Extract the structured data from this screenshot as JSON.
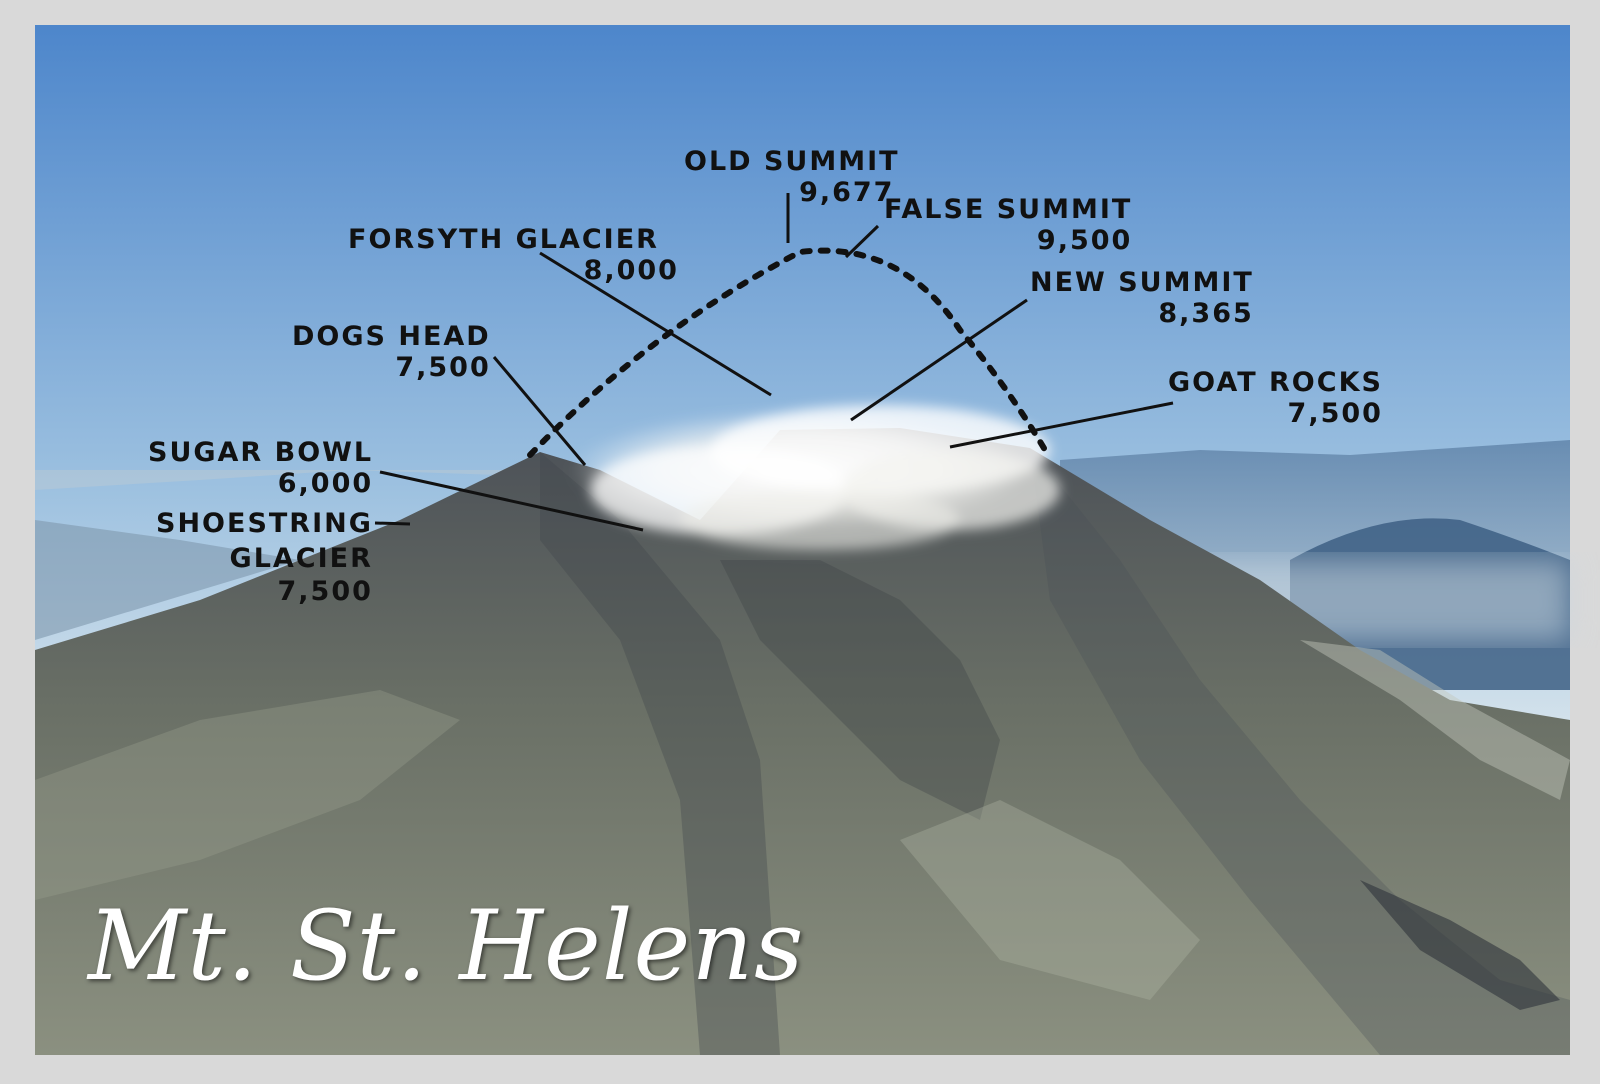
{
  "title": "Mt. St. Helens",
  "colors": {
    "sky_top": "#4d86cb",
    "sky_bottom": "#eef3f6",
    "mountain": "#6d7468",
    "cloud": "#ffffff",
    "label_text": "#111111",
    "title_text": "#ffffff"
  },
  "labels": {
    "old_summit": {
      "name": "OLD SUMMIT",
      "elevation": "9,677"
    },
    "false_summit": {
      "name": "FALSE SUMMIT",
      "elevation": "9,500"
    },
    "forsyth_glacier": {
      "name": "FORSYTH GLACIER",
      "elevation": "8,000"
    },
    "new_summit": {
      "name": "NEW SUMMIT",
      "elevation": "8,365"
    },
    "dogs_head": {
      "name": "DOGS HEAD",
      "elevation": "7,500"
    },
    "goat_rocks": {
      "name": "GOAT ROCKS",
      "elevation": "7,500"
    },
    "sugar_bowl": {
      "name": "SUGAR BOWL",
      "elevation": "6,000"
    },
    "shoestring_glacier": {
      "name_line1": "SHOESTRING",
      "name_line2": "GLACIER",
      "elevation": "7,500"
    }
  }
}
